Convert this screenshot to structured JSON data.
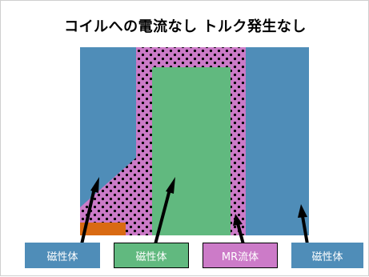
{
  "title": "コイルへの電流なし トルク発生なし",
  "labels": {
    "left_magnetic": "磁性体",
    "center_magnetic": "磁性体",
    "mr_fluid": "MR流体",
    "right_magnetic": "磁性体"
  },
  "colors": {
    "magnetic_blue": "#4f8db8",
    "green_core": "#61b97f",
    "mr_fluid_pink": "#cc7bc8",
    "orange_coil": "#d96a12",
    "dot": "#000000"
  }
}
